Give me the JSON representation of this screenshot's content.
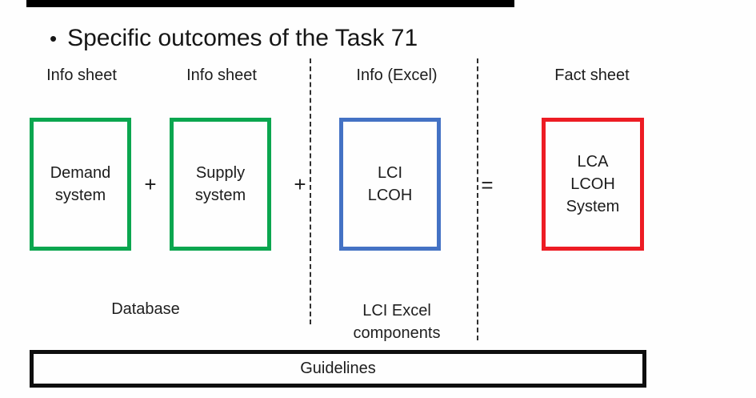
{
  "title": {
    "bullet": "•",
    "text": "Specific outcomes of the Task 71"
  },
  "columns": [
    {
      "label": "Info sheet"
    },
    {
      "label": "Info sheet"
    },
    {
      "label": "Info (Excel)"
    },
    {
      "label": "Fact sheet"
    }
  ],
  "boxes": [
    {
      "name": "demand-system",
      "lines": [
        "Demand",
        "system"
      ],
      "border_color": "#0ba64f"
    },
    {
      "name": "supply-system",
      "lines": [
        "Supply",
        "system"
      ],
      "border_color": "#0ba64f"
    },
    {
      "name": "lci-lcoh",
      "lines": [
        "LCI",
        "LCOH"
      ],
      "border_color": "#4472c4"
    },
    {
      "name": "lca-lcoh-system",
      "lines": [
        "LCA",
        "LCOH",
        "System"
      ],
      "border_color": "#ed1c24"
    }
  ],
  "operators": {
    "plus1": "+",
    "plus2": "+",
    "equals": "="
  },
  "section_labels": {
    "database": "Database",
    "lci_excel": [
      "LCI Excel",
      "components"
    ]
  },
  "guidelines": {
    "label": "Guidelines",
    "border_color": "#0e0e0e"
  },
  "colors": {
    "green": "#0ba64f",
    "blue": "#4472c4",
    "red": "#ed1c24",
    "text": "#1c1c1c",
    "top_bar": "#000000"
  }
}
